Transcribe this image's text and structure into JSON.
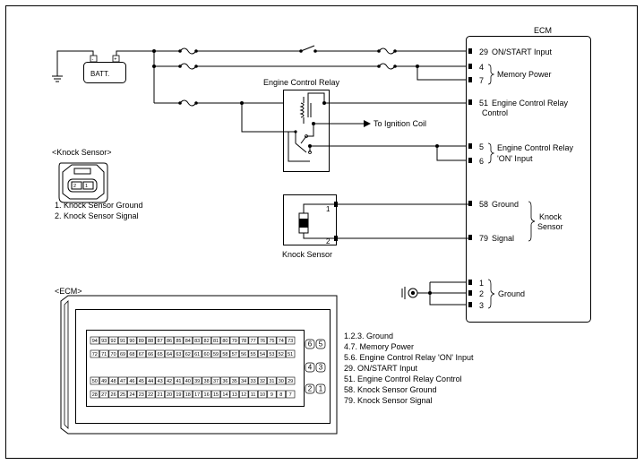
{
  "ecm_title": "ECM",
  "batt_label": "BATT.",
  "battery_terminals": [
    "-",
    "+"
  ],
  "relay_title": "Engine Control Relay",
  "ignition_label": "To Ignition Coil",
  "knock_box_label": "Knock Sensor",
  "knock_box_pins": [
    "1",
    "2"
  ],
  "ecm_pins": [
    {
      "num": "29",
      "label": "ON/START Input"
    },
    {
      "num": "4",
      "label": ""
    },
    {
      "num": "7",
      "label": ""
    },
    {
      "num": "51",
      "label": "Engine Control Relay"
    },
    {
      "num": "",
      "label": "Control"
    },
    {
      "num": "5",
      "label": ""
    },
    {
      "num": "6",
      "label": ""
    },
    {
      "num": "58",
      "label": "Ground"
    },
    {
      "num": "79",
      "label": "Signal"
    },
    {
      "num": "1",
      "label": ""
    },
    {
      "num": "2",
      "label": ""
    },
    {
      "num": "3",
      "label": ""
    }
  ],
  "group_labels": {
    "memory_power": "Memory Power",
    "relay_on_line1": "Engine Control Relay",
    "relay_on_line2": "'ON' Input",
    "knock_line1": "Knock",
    "knock_line2": "Sensor",
    "ground": "Ground"
  },
  "connector_legend": {
    "title": "<Knock Sensor>",
    "items": [
      "1. Knock Sensor Ground",
      "2. Knock Sensor Signal"
    ]
  },
  "ecm_connector": {
    "title": "<ECM>",
    "row1": [
      "94",
      "93",
      "92",
      "91",
      "90",
      "89",
      "88",
      "87",
      "86",
      "85",
      "84",
      "83",
      "82",
      "81",
      "80",
      "79",
      "78",
      "77",
      "76",
      "75",
      "74",
      "73"
    ],
    "row2": [
      "72",
      "71",
      "70",
      "69",
      "68",
      "67",
      "66",
      "65",
      "64",
      "63",
      "62",
      "61",
      "60",
      "59",
      "58",
      "57",
      "56",
      "55",
      "54",
      "53",
      "52",
      "51"
    ],
    "row3": [
      "50",
      "49",
      "48",
      "47",
      "46",
      "45",
      "44",
      "43",
      "42",
      "41",
      "40",
      "39",
      "38",
      "37",
      "36",
      "35",
      "34",
      "33",
      "32",
      "31",
      "30",
      "29"
    ],
    "row4": [
      "28",
      "27",
      "26",
      "25",
      "24",
      "23",
      "22",
      "21",
      "20",
      "19",
      "18",
      "17",
      "16",
      "15",
      "14",
      "13",
      "12",
      "11",
      "10",
      "9",
      "8",
      "7"
    ],
    "side_pins": [
      [
        "6",
        "5"
      ],
      [
        "4",
        "3"
      ],
      [
        "2",
        "1"
      ]
    ]
  },
  "pin_legend": [
    "1.2.3. Ground",
    "4.7. Memory Power",
    "5.6. Engine Control Relay 'ON' Input",
    "29. ON/START Input",
    "51. Engine Control Relay Control",
    "58. Knock Sensor Ground",
    "79. Knock Sensor Signal"
  ]
}
